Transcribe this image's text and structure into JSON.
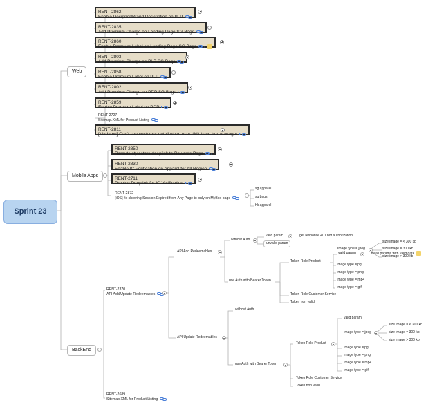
{
  "root": {
    "label": "Sprint 23"
  },
  "web": {
    "label": "Web",
    "tasks": [
      {
        "id": "RENT-2862",
        "title": "Enable Designer/Brand Description on PLP"
      },
      {
        "id": "RENT-2835",
        "title": "Add Premium Charge on Landing Page SG Bags"
      },
      {
        "id": "RENT-2860",
        "title": "Enable Premium Label on Landing Page SG Bags"
      },
      {
        "id": "RENT-2803",
        "title": "Add Premium Charge on PLP SG Bags"
      },
      {
        "id": "RENT-2858",
        "title": "Enable Premium Label on PLP"
      },
      {
        "id": "RENT-2802",
        "title": "Add Premium Charge on PDP SG Bags"
      },
      {
        "id": "RENT-2859",
        "title": "Enable Premium Label on PDP"
      }
    ],
    "plain_task": {
      "id": "RENT-2727",
      "title": "Sitemap.XML for Product Listing"
    },
    "last_task": {
      "id": "RENT-2811",
      "title": "[Madame] Can't see customer detail when user did't have box manager"
    }
  },
  "mobile": {
    "label": "Mobile Apps",
    "tasks": [
      {
        "id": "RENT-2850",
        "title": "Reroute stylestars deeplink to Rewards Page"
      },
      {
        "id": "RENT-2830",
        "title": "Enable IC Verification on Apparel for All Region"
      },
      {
        "id": "RENT-2711",
        "title": "Provide Deeplink for IC Verification"
      }
    ],
    "plain_task": {
      "id": "RENT-2872",
      "title": "[iOS] fix showing Session Expired from Any Page to only on MyBox page",
      "children": [
        "sg apparel",
        "sg bags",
        "hk apparel"
      ]
    }
  },
  "backend": {
    "label": "BackEnd",
    "task1": {
      "id": "RENT-2370",
      "title": "API Add/Update Redeemables"
    },
    "task2": {
      "id": "RENT-2689",
      "title": "Sitemap.XML for Product Listing"
    },
    "add": {
      "label": "API Add Redeemables",
      "without_auth": "without Auth",
      "valid_param": "valid param",
      "get_response": "get response 401 not authorization",
      "unvalid_param": "unvalid param",
      "use_auth": "use Auth with Bearer Token",
      "token_role_product": "Token Role Product",
      "valid_param2": "valid param",
      "fill_all": "fill all params with valid data",
      "image_jpeg": "Image type = jpeg",
      "sizes": [
        "size image = < 300 kb",
        "size image = 300 kb",
        "size image > 300 kb"
      ],
      "image_types": [
        "Image type =jpg",
        "Image type = png",
        "Image type = mp4",
        "Image type = gif"
      ],
      "token_role_customer": "Token Role Customer Service",
      "token_non_valid": "Token non valid"
    },
    "update": {
      "label": "API Update Redeemables",
      "without_auth": "without Auth",
      "use_auth": "use Auth with Bearer Token",
      "token_role_product": "Token Role Product",
      "valid_param": "valid param",
      "image_jpeg": "Image type = jpeg",
      "sizes": [
        "size image = < 300 kb",
        "size image = 300 kb",
        "size image > 300 kb"
      ],
      "image_types": [
        "Image type =jpg",
        "Image type = png",
        "Image type = mp4",
        "Image type = gif"
      ],
      "token_role_customer": "Token Role Customer Service",
      "token_non_valid": "Token non valid"
    }
  },
  "colors": {
    "root_fill": "#b8d4f0",
    "task_fill": "#e6ddc8",
    "link_icon": "#4a7fd8"
  }
}
